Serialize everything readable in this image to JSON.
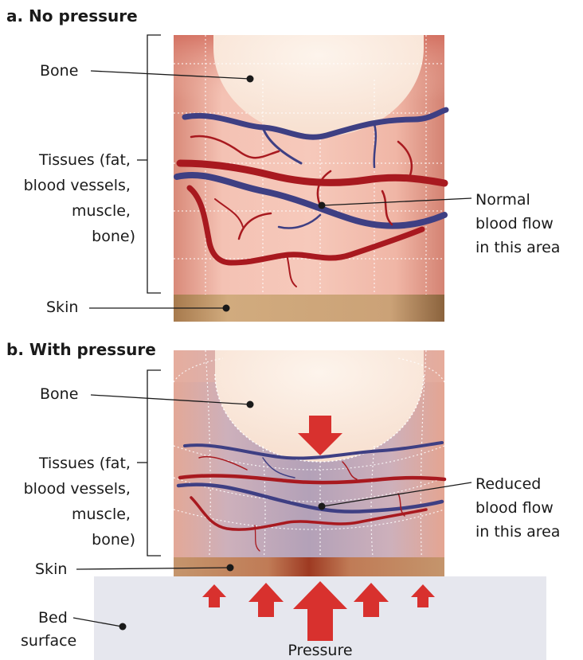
{
  "panel_a": {
    "title": "a. No pressure",
    "bone": "Bone",
    "tissues": [
      "Tissues (fat,",
      "blood vessels,",
      "muscle,",
      "bone)"
    ],
    "flow": [
      "Normal",
      "blood flow",
      "in this area"
    ],
    "skin": "Skin"
  },
  "panel_b": {
    "title": "b. With pressure",
    "bone": "Bone",
    "tissues": [
      "Tissues (fat,",
      "blood vessels,",
      "muscle,",
      "bone)"
    ],
    "flow": [
      "Reduced",
      "blood flow",
      "in this area"
    ],
    "skin": "Skin",
    "bed": [
      "Bed",
      "surface"
    ],
    "pressure": "Pressure"
  },
  "colors": {
    "tissue": "#f2b7a8",
    "bone": "#fbe9dc",
    "skin": "#c9a071",
    "artery": "#a8191f",
    "vein": "#3e3f83",
    "bed": "#e6e7ee",
    "arrow": "#d8312e",
    "compressed": "#b9a4b4"
  }
}
